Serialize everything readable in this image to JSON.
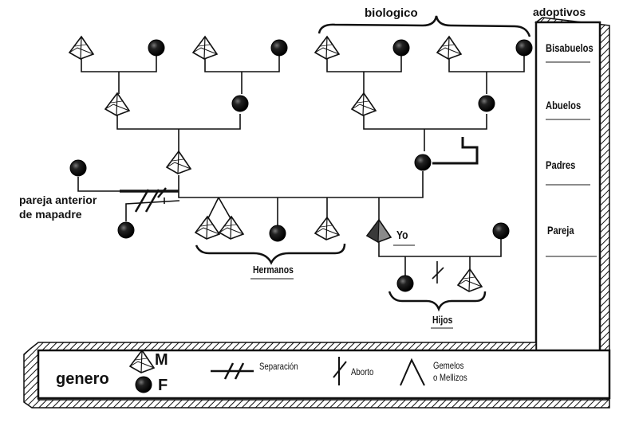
{
  "header": {
    "biological": "biologico",
    "adoptive": "adoptivos"
  },
  "generations": {
    "great_grandparents": "Bisabuelos",
    "grandparents": "Abuelos",
    "parents": "Padres",
    "partner": "Pareja"
  },
  "tree": {
    "previous_partner": "pareja anterior\nde mapadre",
    "self": "Yo",
    "siblings": "Hermanos",
    "children": "Hijos"
  },
  "legend": {
    "gender_title": "genero",
    "male": "M",
    "female": "F",
    "separation": "Separación",
    "abortion": "Aborto",
    "twins": "Gemelos\no Mellizos"
  },
  "colors": {
    "line": "#111111",
    "node_fill": "#222222",
    "self_fill": "#8a8a8a",
    "panel_border": "#111111"
  }
}
